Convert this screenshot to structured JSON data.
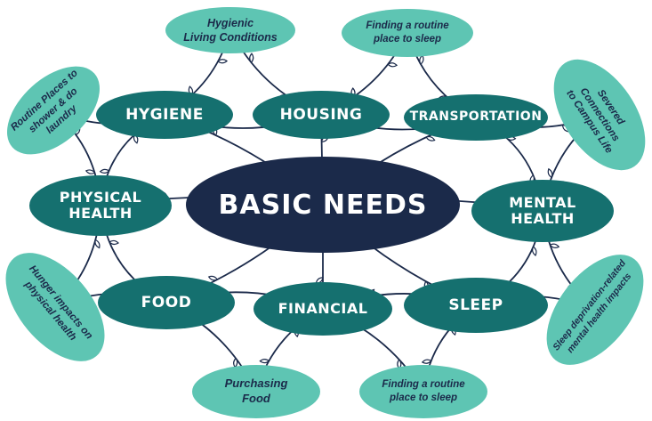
{
  "colors": {
    "navy": "#1b2a4a",
    "teal_dark": "#15706f",
    "teal_light": "#5ec5b3",
    "line": "#1b2a4a"
  },
  "center": {
    "label": "BASIC NEEDS"
  },
  "needs": [
    {
      "id": "hygiene",
      "label": "HYGIENE"
    },
    {
      "id": "housing",
      "label": "HOUSING"
    },
    {
      "id": "transportation",
      "label": "TRANSPORTATION"
    },
    {
      "id": "physical-health",
      "label": "PHYSICAL\nHEALTH"
    },
    {
      "id": "mental-health",
      "label": "MENTAL\nHEALTH"
    },
    {
      "id": "food",
      "label": "FOOD"
    },
    {
      "id": "financial",
      "label": "FINANCIAL"
    },
    {
      "id": "sleep",
      "label": "SLEEP"
    }
  ],
  "impacts": [
    {
      "id": "hygienic-living",
      "text": "Hygienic\nLiving Conditions"
    },
    {
      "id": "routine-sleep-top",
      "text": "Finding a routine\nplace to sleep"
    },
    {
      "id": "routine-shower",
      "text": "Routine Places to\nshower & do laundry"
    },
    {
      "id": "severed-connections",
      "text": "Severed Connections\nto Campus Life"
    },
    {
      "id": "hunger-impacts",
      "text": "Hunger impacts on\nphysical health"
    },
    {
      "id": "sleep-deprivation",
      "text": "Sleep deprivation-related\nmental health impacts"
    },
    {
      "id": "purchasing-food",
      "text": "Purchasing\nFood"
    },
    {
      "id": "routine-sleep-bottom",
      "text": "Finding a routine\nplace to sleep"
    }
  ]
}
